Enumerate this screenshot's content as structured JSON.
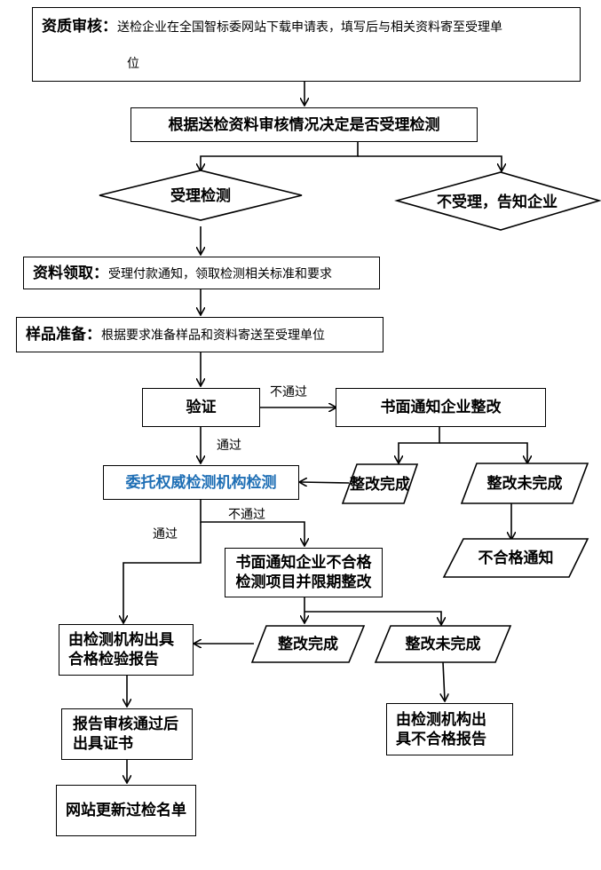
{
  "nodes": {
    "qualification": {
      "title": "资质审核：",
      "text_line1": "送检企业在全国智标委网站下载申请表，填写后与相关资料寄至受理单",
      "text_line2": "位"
    },
    "decide": {
      "text": "根据送检资料审核情况决定是否受理检测"
    },
    "accept": {
      "text": "受理检测"
    },
    "reject": {
      "text": "不受理，告知企业"
    },
    "materials": {
      "title": "资料领取：",
      "text": "受理付款通知，领取检测相关标准和要求"
    },
    "sample": {
      "title": "样品准备：",
      "text": "根据要求准备样品和资料寄送至受理单位"
    },
    "verify": {
      "text": "验证"
    },
    "notify_rectify": {
      "text": "书面通知企业整改"
    },
    "rectified_1": {
      "text": "整改完成"
    },
    "not_rectified_1": {
      "text": "整改未完成"
    },
    "fail_notice": {
      "text": "不合格通知"
    },
    "authorized_test": {
      "text": "委托权威检测机构检测"
    },
    "notify_fail_items": {
      "line1": "书面通知企业不合格",
      "line2": "检测项目并限期整改"
    },
    "qualified_report": {
      "line1": "由检测机构出具",
      "line2": "合格检验报告"
    },
    "rectified_2": {
      "text": "整改完成"
    },
    "not_rectified_2": {
      "text": "整改未完成"
    },
    "unqualified_report": {
      "line1": "由检测机构出",
      "line2": "具不合格报告"
    },
    "certificate": {
      "line1": "报告审核通过后",
      "line2": "出具证书"
    },
    "website_update": {
      "text": "网站更新过检名单"
    }
  },
  "edge_labels": {
    "verify_fail": "不通过",
    "verify_pass": "通过",
    "test_fail": "不通过",
    "test_pass": "通过"
  },
  "colors": {
    "highlight": "#1f6fb5",
    "line": "#000000"
  }
}
